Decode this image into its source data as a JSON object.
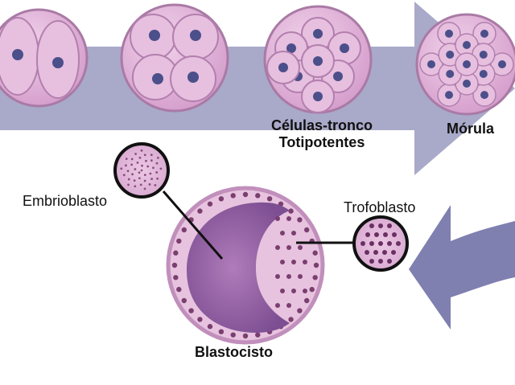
{
  "labels": {
    "totipotent_line1": "Células-tronco",
    "totipotent_line2": "Totipotentes",
    "morula": "Mórula",
    "embryoblast": "Embrioblasto",
    "trophoblast": "Trofoblasto",
    "blastocyst": "Blastocisto"
  },
  "colors": {
    "arrow": "#a9a9c9",
    "arrow_dark": "#7f7fb0",
    "cell_fill": "#e2b6d8",
    "cell_edge": "#b27fae",
    "nucleus": "#4b4f8a",
    "cavity": "#8e5c9e"
  },
  "stages": [
    {
      "name": "2-cell",
      "cells": 2
    },
    {
      "name": "4-cell",
      "cells": 4
    },
    {
      "name": "8-cell",
      "cells": 8
    },
    {
      "name": "morula",
      "cells": 16
    }
  ]
}
